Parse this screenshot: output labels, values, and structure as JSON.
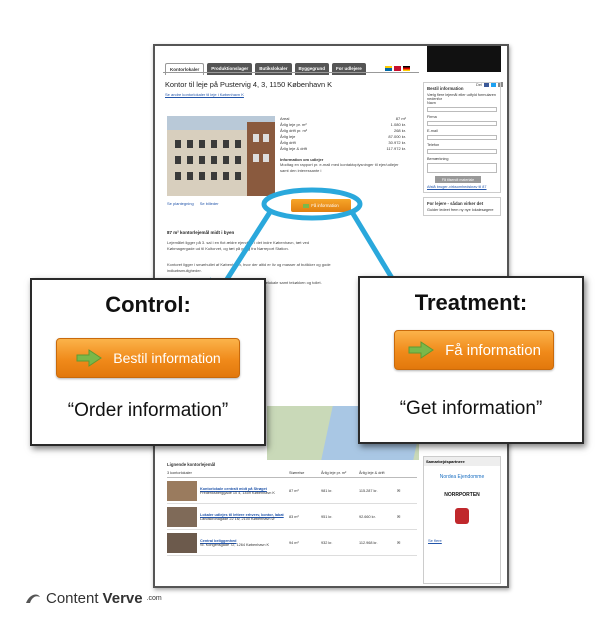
{
  "site": {
    "tabs": [
      "Kontorlokaler",
      "Produktionslager",
      "Butikslokaler",
      "Byggegrund",
      "For udlejere"
    ],
    "title": "Kontor til leje på Pustervig 4, 3, 1150 København K",
    "back_link": "Se andre kontorlokaler til leje i København K",
    "share_label": "Del",
    "facts": [
      {
        "label": "Areal",
        "value": "87 m²"
      },
      {
        "label": "Årlig leje pr. m²",
        "value": "1.080 kr."
      },
      {
        "label": "Årlig drift pr. m²",
        "value": "268 kr."
      },
      {
        "label": "Årlig leje",
        "value": "87.000 kr."
      },
      {
        "label": "Årlig drift",
        "value": "30.972 kr."
      },
      {
        "label": "Årlig leje & drift",
        "value": "117.972 kr."
      }
    ],
    "info_heading": "Information om udlejer",
    "info_text": "Modtag en rapport pr. e-mail med kontaktoplysninger til ejer/udlejer samt den interessante i",
    "photo_links": [
      "Se plantegning",
      "Se billeder"
    ],
    "small_cta": "Få information",
    "body_heading": "87 m² kontorlejemål midt i byen",
    "body_p1": "Lejemålet ligger på 3. sal i en flot ældre ejendom i det indre København, tæt ved Købmagergade ud til Kultorvet, og tæt på gang fra Nørreport Station.",
    "body_p2": "Kontoret ligger i smørhullet af København, hvor der altid er liv og masser af butikker og gode indkøbsmuligheder.",
    "body_p3": "Lokalerne er indrettet med flere kontorlokaler og et mødelokale samt tekøkken og toilet. Lejemålet lyder get lyst og",
    "sidebar": {
      "heading": "Bestil information",
      "intro": "Vælg flere lejemål eller udfyld formularen nedenfor",
      "fields": [
        "Navn",
        "Firma",
        "E-mail",
        "Telefon",
        "Bemærkning"
      ],
      "submit": "Få tilsendt materiale",
      "link": "Afstå bruger-virksomhedskrav til 87",
      "box2_heading": "For lejere - sådan virker det",
      "box2_text": "Guider ledeet frem ny nye lokalesøgere"
    },
    "table": {
      "heading": "Lignende kontorlejemål",
      "columns": [
        "3 kontorlokaler",
        "Størrelse",
        "Årlig leje pr. m²",
        "Årlig leje & drift"
      ],
      "rows": [
        {
          "title": "Kontorlokale centralt midt på Strøget",
          "address": "Frederiksberggade 10 4, 1459 København K",
          "size": "87 m²",
          "rent": "981 kr.",
          "total": "115.287 kr."
        },
        {
          "title": "Lokaler udlejes til lettere erhverv, kontor, labat",
          "address": "Landskronagade 22 1tv, 2100 København Ø",
          "size": "83 m²",
          "rent": "951 kr.",
          "total": "92.660 kr."
        },
        {
          "title": "Central beliggenhed",
          "address": "St. Kongensgade 72, 1264 København K",
          "size": "94 m²",
          "rent": "932 kr.",
          "total": "112.968 kr."
        }
      ]
    },
    "partners": {
      "heading": "Samarbejdspartnere",
      "names": [
        "Nordea Ejendomme",
        "NORRPORTEN"
      ],
      "link": "Se flere"
    }
  },
  "control": {
    "title": "Control:",
    "button": "Bestil information",
    "quote": "“Order information”"
  },
  "treatment": {
    "title": "Treatment:",
    "button": "Få information",
    "quote": "“Get information”"
  },
  "brand": {
    "name_a": "Content",
    "name_b": "Verve",
    "suffix": ".com"
  },
  "colors": {
    "cta_orange": "#f08a1a",
    "connector": "#2aa8dc",
    "arrow_green": "#7ab84a"
  }
}
